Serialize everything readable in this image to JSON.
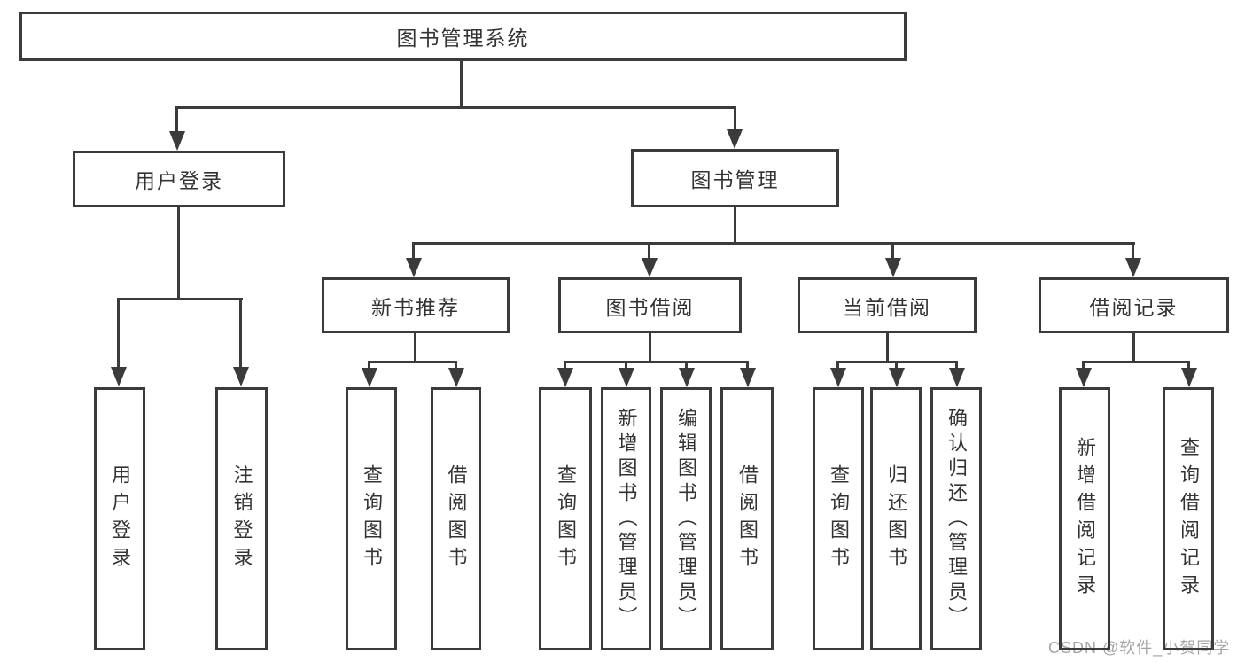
{
  "nodes": {
    "root": {
      "label": "图书管理系统"
    },
    "user_login": {
      "label": "用户登录"
    },
    "book_management": {
      "label": "图书管理"
    },
    "new_book_recommend": {
      "label": "新书推荐"
    },
    "book_borrow": {
      "label": "图书借阅"
    },
    "current_borrow": {
      "label": "当前借阅"
    },
    "borrow_records": {
      "label": "借阅记录"
    },
    "leaf_user_login": {
      "label": "用户登录"
    },
    "leaf_logout": {
      "label": "注销登录"
    },
    "leaf_nb_query_books": {
      "label": "查询图书"
    },
    "leaf_nb_borrow_books": {
      "label": "借阅图书"
    },
    "leaf_bb_query_books": {
      "label": "查询图书"
    },
    "leaf_bb_add_books": {
      "label": "新增图书（管理员）"
    },
    "leaf_bb_edit_books": {
      "label": "编辑图书（管理员）"
    },
    "leaf_bb_borrow_books": {
      "label": "借阅图书"
    },
    "leaf_cb_query_books": {
      "label": "查询图书"
    },
    "leaf_cb_return_books": {
      "label": "归还图书"
    },
    "leaf_cb_confirm_return": {
      "label": "确认归还（管理员）"
    },
    "leaf_br_add_record": {
      "label": "新增借阅记录"
    },
    "leaf_br_query_record": {
      "label": "查询借阅记录"
    }
  },
  "watermark": "CSDN @软件_小贺同学",
  "colors": {
    "line": "#3b3b3b",
    "text": "#333333",
    "box_bg": "#ffffff",
    "watermark": "#a5a5a5"
  }
}
